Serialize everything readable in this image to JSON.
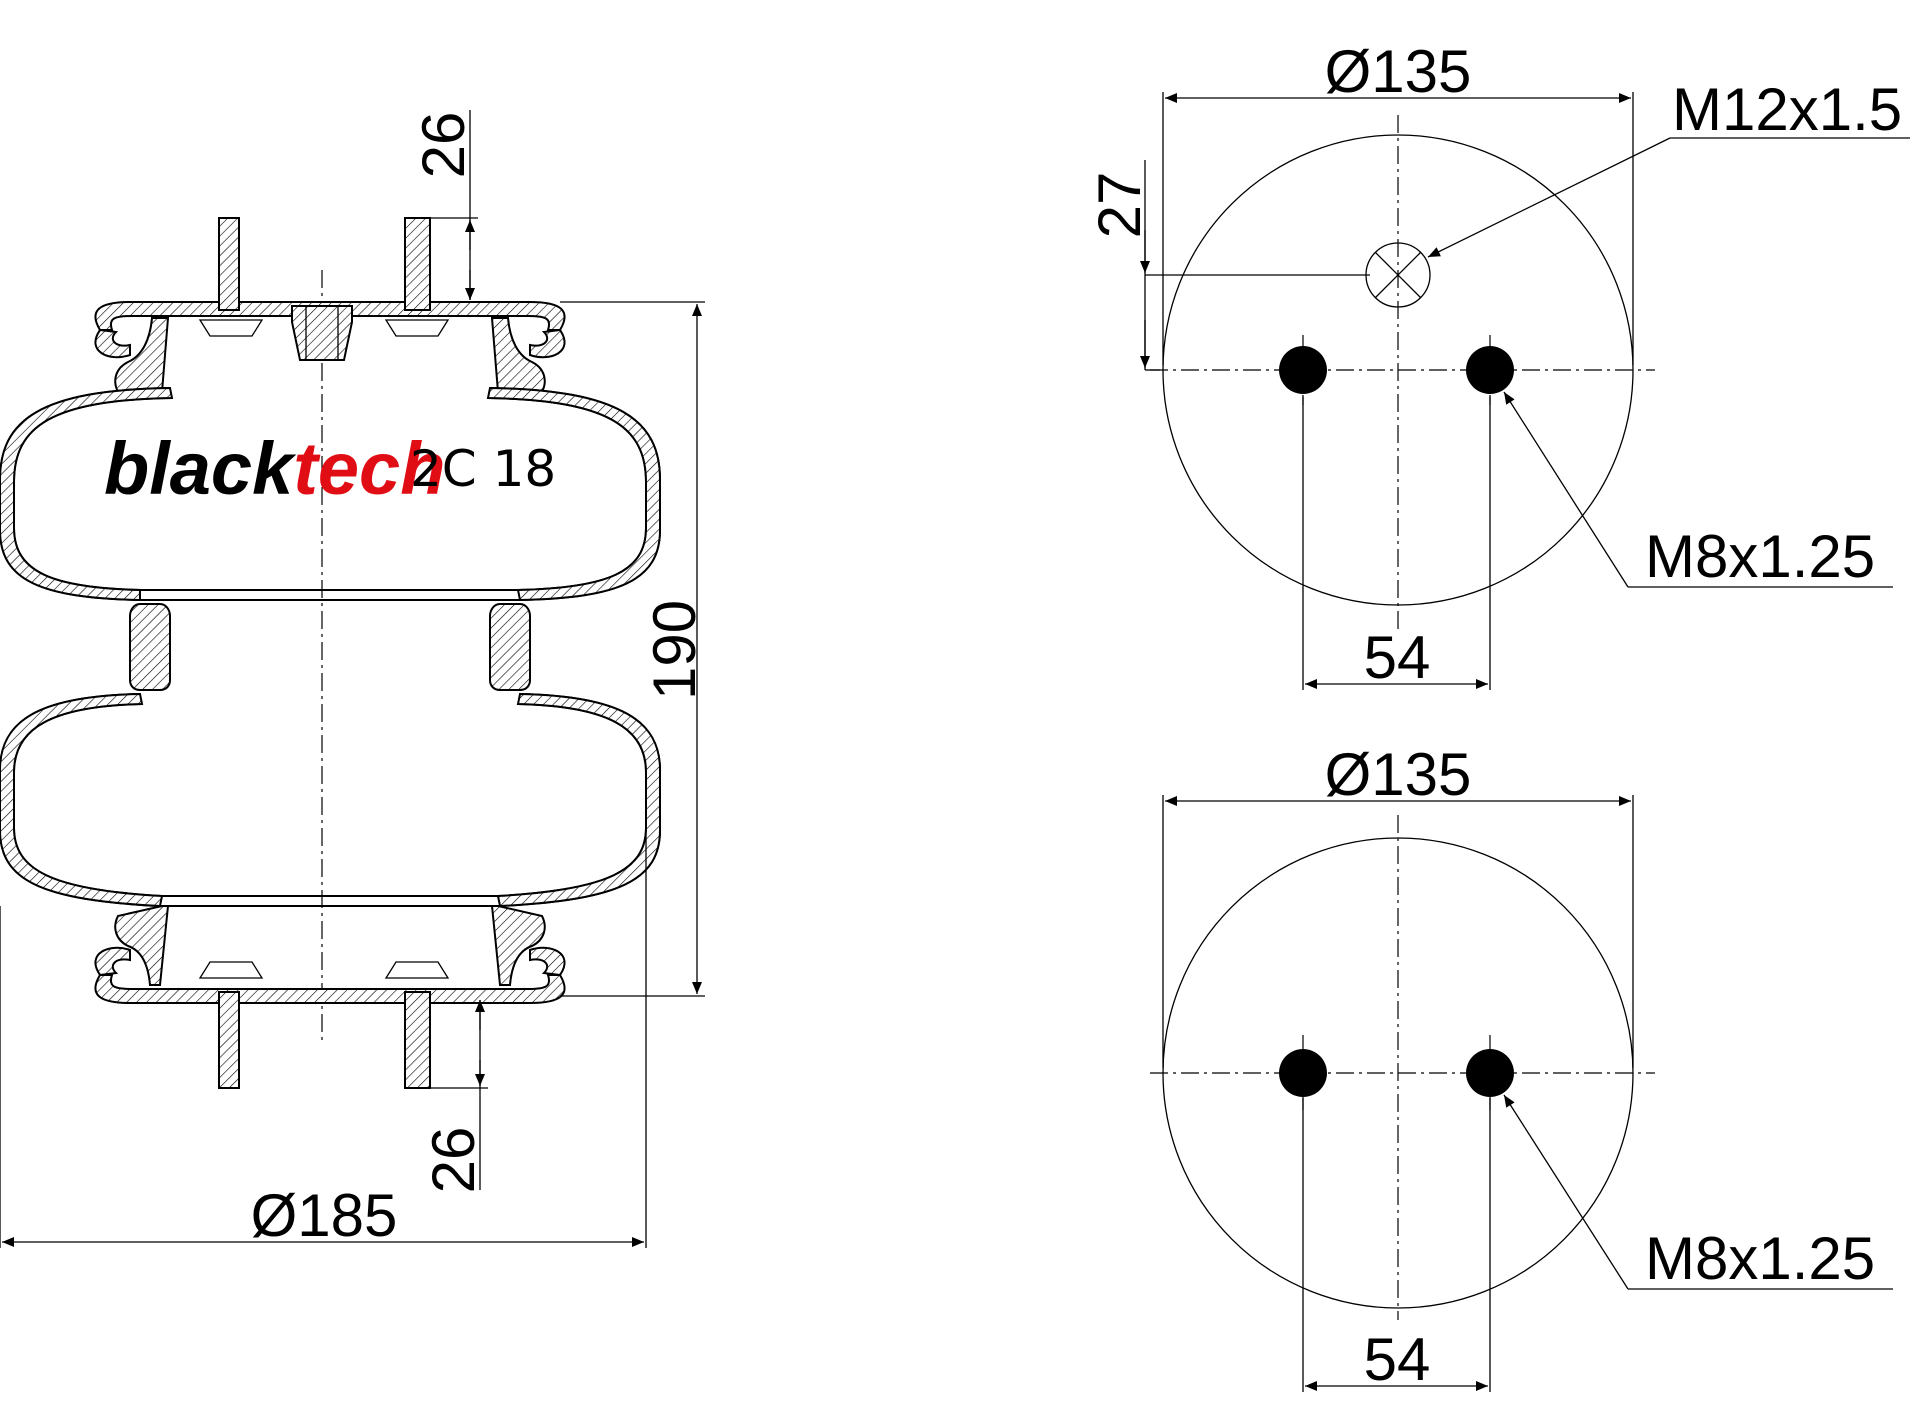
{
  "brand": {
    "part1": "black",
    "part2": "tech",
    "accent_color": "#e10d14",
    "text_color": "#000000"
  },
  "model": "2C 18",
  "side_view": {
    "height": "190",
    "diameter": "Ø185",
    "top_stud_length": "26",
    "bottom_stud_length": "26"
  },
  "top_view": {
    "diameter": "Ø135",
    "offset": "27",
    "air_fitting_thread": "M12x1.5",
    "stud_thread": "M8x1.25",
    "stud_spacing": "54"
  },
  "bottom_view": {
    "diameter": "Ø135",
    "stud_thread": "M8x1.25",
    "stud_spacing": "54"
  }
}
